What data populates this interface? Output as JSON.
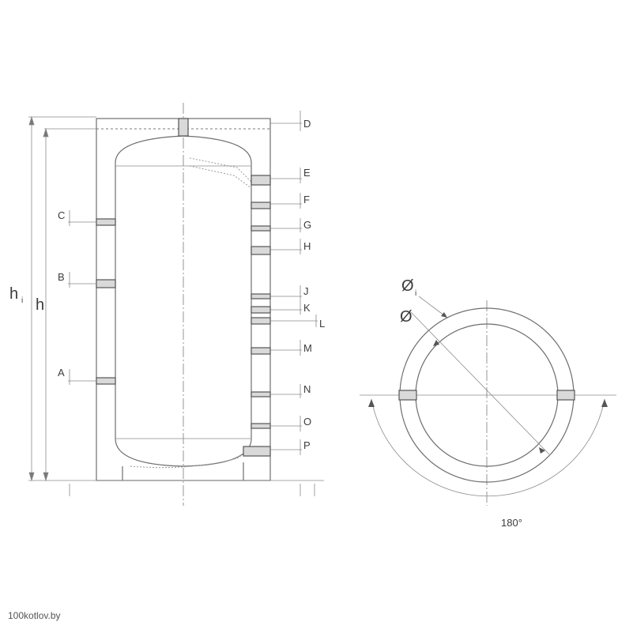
{
  "labels": {
    "connections": [
      "A",
      "B",
      "C",
      "D",
      "E",
      "F",
      "G",
      "H",
      "J",
      "K",
      "L",
      "M",
      "N",
      "O",
      "P"
    ],
    "height": "h",
    "height_inner": "h",
    "height_inner_sub": "i",
    "diameter": "Ø",
    "diameter_inner": "Ø",
    "diameter_inner_sub": "i",
    "angle": "180°"
  },
  "watermark": "100kotlov.by"
}
